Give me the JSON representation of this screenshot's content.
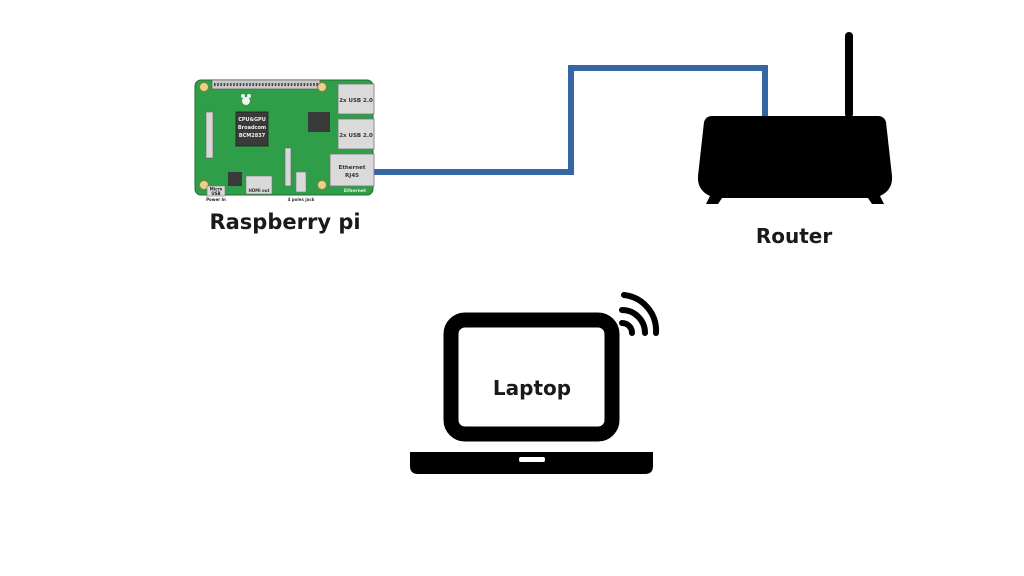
{
  "nodes": {
    "raspberry_pi": {
      "label": "Raspberry pi",
      "board": {
        "usb_top": "2x USB 2.0",
        "usb_bottom": "2x USB 2.0",
        "ethernet_line1": "Ethernet",
        "ethernet_line2": "RJ45",
        "cpu_line1": "CPU&GPU",
        "cpu_line2": "Broadcom",
        "cpu_line3": "BCM2837",
        "micro_usb_line1": "Micro",
        "micro_usb_line2": "USB",
        "power_in": "Power In",
        "hdmi": "HDMI out",
        "audio": "4 poles jack",
        "corner_text": "Ethernet"
      }
    },
    "router": {
      "label": "Router"
    },
    "laptop": {
      "label": "Laptop"
    }
  },
  "colors": {
    "cable": "#3465a4",
    "board": "#2e9e48",
    "device": "#000000"
  },
  "icons": {
    "router": "router-icon",
    "laptop": "laptop-icon",
    "wifi": "wifi-icon"
  }
}
